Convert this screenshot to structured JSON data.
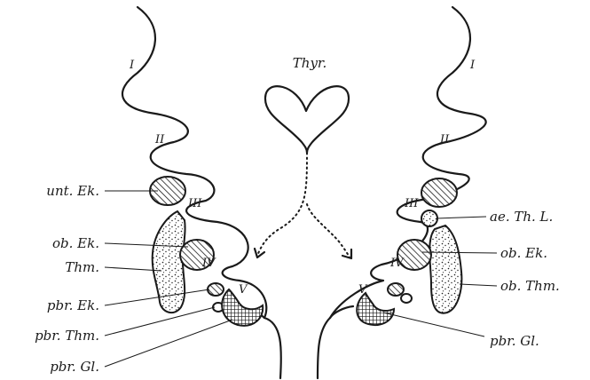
{
  "center": {
    "title": "Thyr."
  },
  "left": {
    "pouches": [
      "I",
      "II",
      "III",
      "IV",
      "V"
    ],
    "labels": {
      "unt_ek": "unt. Ek.",
      "ob_ek": "ob. Ek.",
      "thm": "Thm.",
      "pbr_ek": "pbr. Ek.",
      "pbr_thm": "pbr. Thm.",
      "pbr_gl": "pbr. Gl."
    }
  },
  "right": {
    "pouches": [
      "I",
      "II",
      "III",
      "IV",
      "V"
    ],
    "labels": {
      "ae_th_l": "ae. Th. L.",
      "ob_ek": "ob. Ek.",
      "ob_thm": "ob. Thm.",
      "pbr_gl": "pbr. Gl."
    }
  }
}
